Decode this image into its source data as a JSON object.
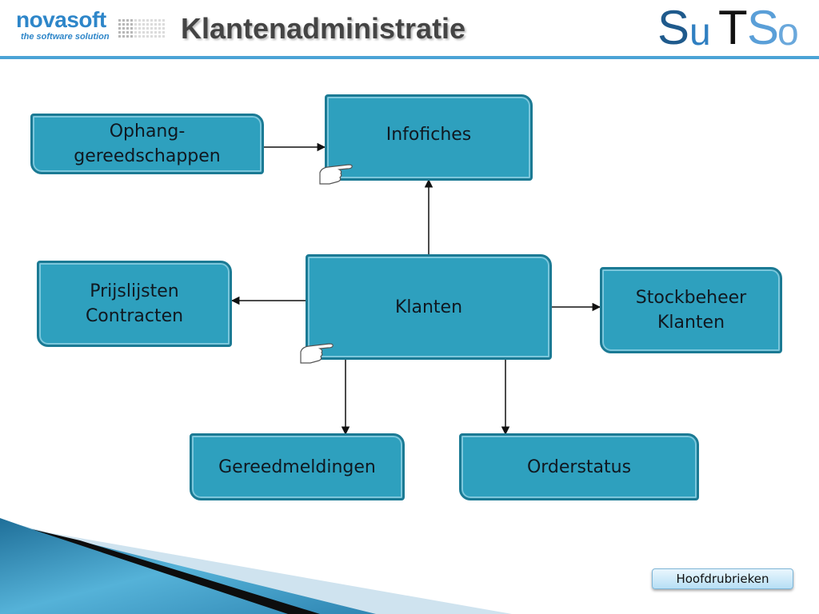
{
  "header": {
    "company_name": "novasoft",
    "company_tagline": "the software solution",
    "title": "Klantenadministratie",
    "partner_logo_letters": [
      "S",
      "u",
      "T",
      "S",
      "o"
    ]
  },
  "diagram": {
    "nodes": [
      {
        "id": "ophang",
        "label": "Ophang-\ngereedschappen"
      },
      {
        "id": "infofiches",
        "label": "Infofiches"
      },
      {
        "id": "prijslijsten",
        "label": "Prijslijsten\nContracten"
      },
      {
        "id": "klanten",
        "label": "Klanten"
      },
      {
        "id": "stockbeheer",
        "label": "Stockbeheer\nKlanten"
      },
      {
        "id": "gereedmeldingen",
        "label": "Gereedmeldingen"
      },
      {
        "id": "orderstatus",
        "label": "Orderstatus"
      }
    ],
    "edges": [
      {
        "from": "ophang",
        "to": "infofiches"
      },
      {
        "from": "klanten",
        "to": "infofiches"
      },
      {
        "from": "klanten",
        "to": "prijslijsten"
      },
      {
        "from": "klanten",
        "to": "stockbeheer"
      },
      {
        "from": "klanten",
        "to": "gereedmeldingen"
      },
      {
        "from": "klanten",
        "to": "orderstatus"
      }
    ],
    "hyperlink_marker_icon": "pointing-hand-icon",
    "colors": {
      "node_fill": "#2ea0be",
      "node_border": "#1b7a94",
      "accent": "#4ba3d6"
    }
  },
  "footer": {
    "main_button_label": "Hoofdrubrieken"
  }
}
